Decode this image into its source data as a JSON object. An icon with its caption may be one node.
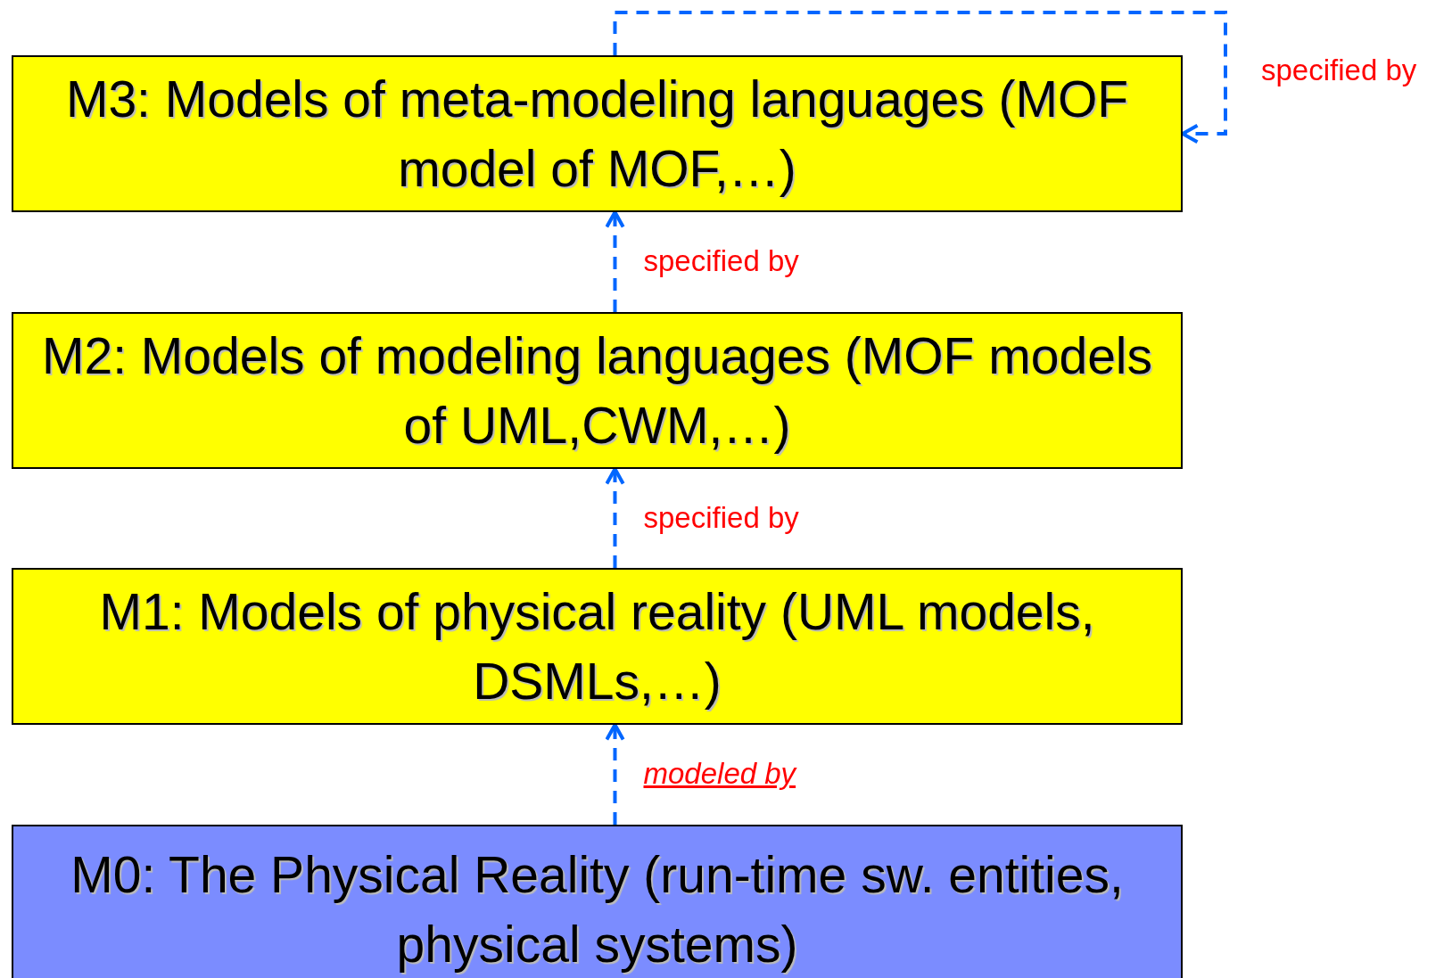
{
  "diagram": {
    "nodes": [
      {
        "text": [
          "M3: Models of meta-modeling languages (MOF model of MOF,…)"
        ]
      },
      {
        "text": [
          "M2: Models of modeling languages (MOF models of UML,CWM,…)"
        ]
      },
      {
        "text": [
          "M1: Models of physical reality (UML models, DSMLs,…)"
        ]
      },
      {
        "text": [
          "M0: The Physical Reality (run-time sw. entities, physical systems)"
        ]
      }
    ],
    "edges": [
      {
        "from": 0,
        "to": 0,
        "arrow": "to",
        "label": "specified by",
        "style": "dashed"
      },
      {
        "from": 1,
        "to": 0,
        "arrow": "to",
        "label": "specified by",
        "style": "dashed"
      },
      {
        "from": 2,
        "to": 1,
        "arrow": "to",
        "label": "specified by",
        "style": "dashed"
      },
      {
        "from": 3,
        "to": 2,
        "arrow": "to",
        "label": "modeled by",
        "style": "dashed"
      }
    ]
  }
}
